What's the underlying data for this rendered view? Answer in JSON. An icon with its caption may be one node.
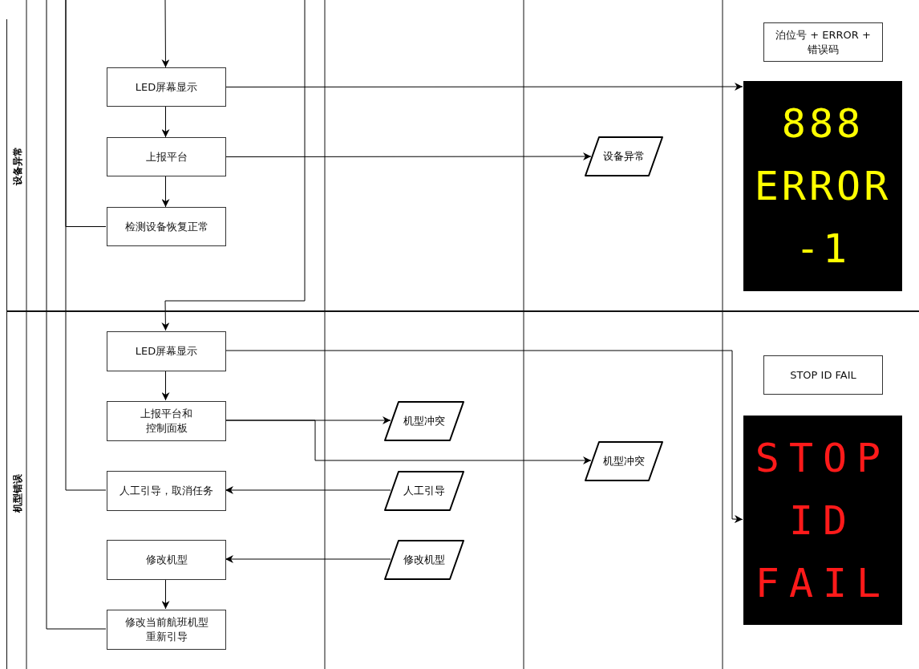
{
  "diagram": {
    "nodes": [
      {
        "text": [
          "设备异常"
        ]
      },
      {
        "text": [
          "机型错误"
        ]
      },
      {
        "text": [
          "LED屏幕显示"
        ],
        "in": 0
      },
      {
        "text": [
          "上报平台"
        ],
        "in": 0
      },
      {
        "text": [
          "检测设备恢复正常"
        ],
        "in": 0
      },
      {
        "text": [
          "设备异常"
        ],
        "in": 0
      },
      {
        "text": [
          "泊位号 + ERROR + 错误码"
        ],
        "in": 0
      },
      {
        "text": [
          "888 ERROR -1"
        ],
        "in": 0
      },
      {
        "text": [
          "LED屏幕显示"
        ],
        "in": 1
      },
      {
        "text": [
          "上报平台和控制面板"
        ],
        "in": 1
      },
      {
        "text": [
          "人工引导，取消任务"
        ],
        "in": 1
      },
      {
        "text": [
          "修改机型"
        ],
        "in": 1
      },
      {
        "text": [
          "修改当前航班机型重新引导"
        ],
        "in": 1
      },
      {
        "text": [
          "机型冲突"
        ],
        "in": 1
      },
      {
        "text": [
          "机型冲突"
        ],
        "in": 1
      },
      {
        "text": [
          "人工引导"
        ],
        "in": 1
      },
      {
        "text": [
          "修改机型"
        ],
        "in": 1
      },
      {
        "text": [
          "STOP ID FAIL"
        ],
        "in": 1
      },
      {
        "text": [
          "STOP ID FAIL"
        ],
        "in": 1
      }
    ],
    "edges": [
      {
        "from": null,
        "to": 2,
        "arrow": "to"
      },
      {
        "from": 2,
        "to": 3,
        "arrow": "to"
      },
      {
        "from": 3,
        "to": 4,
        "arrow": "to"
      },
      {
        "from": 2,
        "to": 7,
        "arrow": "to"
      },
      {
        "from": 3,
        "to": 5,
        "arrow": "to"
      },
      {
        "from": 4,
        "to": null,
        "arrow": "none"
      },
      {
        "from": null,
        "to": 8,
        "arrow": "to"
      },
      {
        "from": 8,
        "to": 18,
        "arrow": "to"
      },
      {
        "from": 8,
        "to": 9,
        "arrow": "to"
      },
      {
        "from": 9,
        "to": 13,
        "arrow": "to"
      },
      {
        "from": 9,
        "to": 14,
        "arrow": "to"
      },
      {
        "from": 15,
        "to": 10,
        "arrow": "to"
      },
      {
        "from": 10,
        "to": null,
        "arrow": "none"
      },
      {
        "from": 16,
        "to": 11,
        "arrow": "to"
      },
      {
        "from": 11,
        "to": 12,
        "arrow": "to"
      },
      {
        "from": 12,
        "to": null,
        "arrow": "none"
      }
    ]
  }
}
